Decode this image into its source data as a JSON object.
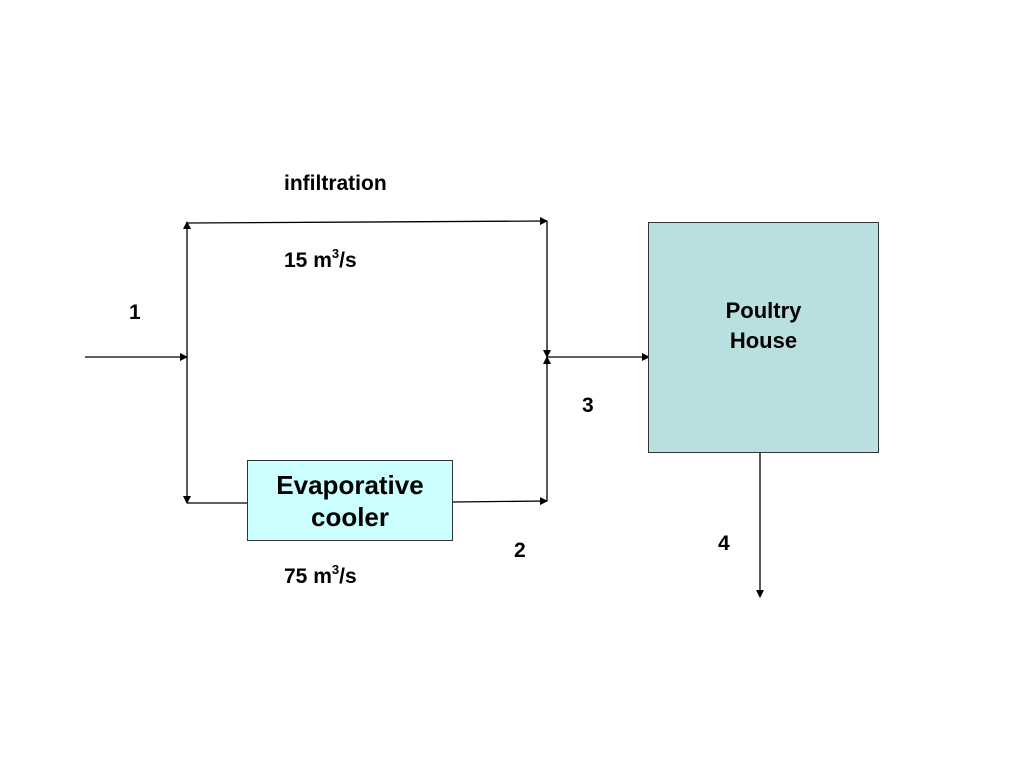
{
  "labels": {
    "infiltration": "infiltration",
    "flow_top_value": "15 m",
    "flow_top_exp": "3",
    "flow_top_unit": "/s",
    "flow_bottom_value": "75 m",
    "flow_bottom_exp": "3",
    "flow_bottom_unit": "/s",
    "stream_1": "1",
    "stream_2": "2",
    "stream_3": "3",
    "stream_4": "4"
  },
  "cooler": {
    "line1": "Evaporative",
    "line2": "cooler",
    "fill": "#ccffff"
  },
  "poultry_house": {
    "line1": "Poultry",
    "line2": "House",
    "fill": "#b9dfe0"
  }
}
